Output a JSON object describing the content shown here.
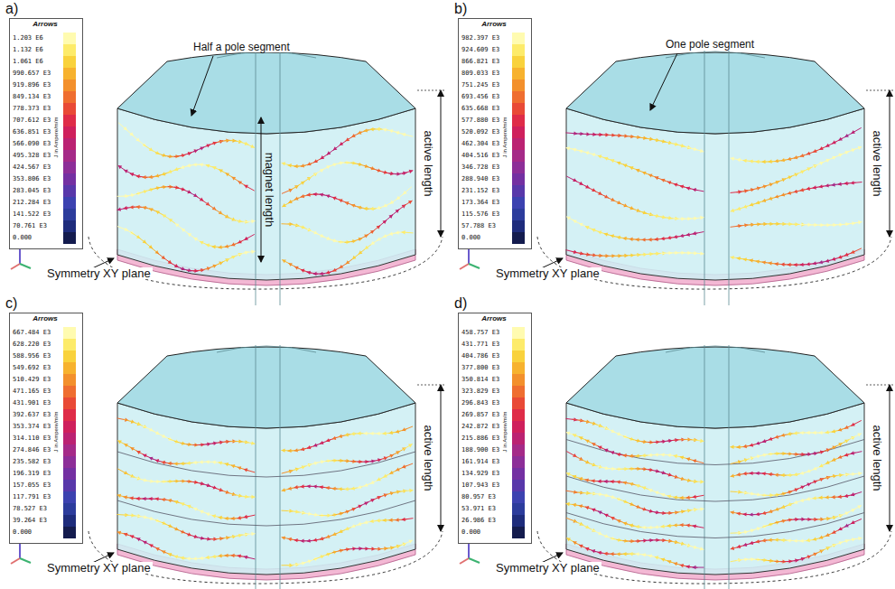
{
  "diagram": {
    "labels": [
      "a)",
      "Arrows",
      "J in Ampere/m/m",
      "Half a pole segment",
      "active length",
      "magnet length",
      "Symmetry XY plane",
      "b)",
      "Arrows",
      "J in Ampere/m/m",
      "One pole segment",
      "active length",
      "Symmetry XY plane",
      "c)",
      "Arrows",
      "J in Ampere/m/m",
      "active length",
      "Symmetry XY plane",
      "d)",
      "Arrows",
      "J in Ampere/m/m",
      "active length",
      "Symmetry XY plane"
    ],
    "legend": [
      {
        "text": "1.203 E6",
        "color": "#fffbb0"
      },
      {
        "text": "1.132 E6",
        "color": "#fdeb6a"
      },
      {
        "text": "1.061 E6",
        "color": "#f9d23c"
      },
      {
        "text": "990.657 E3",
        "color": "#f7b22e"
      },
      {
        "text": "919.896 E3",
        "color": "#f3902c"
      },
      {
        "text": "849.134 E3",
        "color": "#ef6e30"
      },
      {
        "text": "778.373 E3",
        "color": "#e94a36"
      },
      {
        "text": "707.612 E3",
        "color": "#df2c48"
      },
      {
        "text": "636.851 E3",
        "color": "#cf205c"
      },
      {
        "text": "566.090 E3",
        "color": "#bb2272"
      },
      {
        "text": "495.328 E3",
        "color": "#a52a88"
      },
      {
        "text": "424.567 E3",
        "color": "#8d2e98"
      },
      {
        "text": "353.806 E3",
        "color": "#7430a2"
      },
      {
        "text": "283.045 E3",
        "color": "#5838aa"
      },
      {
        "text": "212.284 E3",
        "color": "#3c42b0"
      },
      {
        "text": "141.522 E3",
        "color": "#2c3c9c"
      },
      {
        "text": "70.761 E3",
        "color": "#1e2c7c"
      },
      {
        "text": "0.000",
        "color": "#141c4e"
      },
      {
        "text": "982.397 E3",
        "color": "#fffbb0"
      },
      {
        "text": "924.609 E3",
        "color": "#fdeb6a"
      },
      {
        "text": "866.821 E3",
        "color": "#f9d23c"
      },
      {
        "text": "809.033 E3",
        "color": "#f7b22e"
      },
      {
        "text": "751.245 E3",
        "color": "#f3902c"
      },
      {
        "text": "693.456 E3",
        "color": "#ef6e30"
      },
      {
        "text": "635.668 E3",
        "color": "#e94a36"
      },
      {
        "text": "577.880 E3",
        "color": "#df2c48"
      },
      {
        "text": "520.092 E3",
        "color": "#cf205c"
      },
      {
        "text": "462.304 E3",
        "color": "#bb2272"
      },
      {
        "text": "404.516 E3",
        "color": "#a52a88"
      },
      {
        "text": "346.728 E3",
        "color": "#8d2e98"
      },
      {
        "text": "288.940 E3",
        "color": "#7430a2"
      },
      {
        "text": "231.152 E3",
        "color": "#5838aa"
      },
      {
        "text": "173.364 E3",
        "color": "#3c42b0"
      },
      {
        "text": "115.576 E3",
        "color": "#2c3c9c"
      },
      {
        "text": "57.788 E3",
        "color": "#1e2c7c"
      },
      {
        "text": "0.000",
        "color": "#141c4e"
      },
      {
        "text": "667.484 E3",
        "color": "#fffbb0"
      },
      {
        "text": "628.220 E3",
        "color": "#fdeb6a"
      },
      {
        "text": "588.956 E3",
        "color": "#f9d23c"
      },
      {
        "text": "549.692 E3",
        "color": "#f7b22e"
      },
      {
        "text": "510.429 E3",
        "color": "#f3902c"
      },
      {
        "text": "471.165 E3",
        "color": "#ef6e30"
      },
      {
        "text": "431.901 E3",
        "color": "#e94a36"
      },
      {
        "text": "392.637 E3",
        "color": "#df2c48"
      },
      {
        "text": "353.374 E3",
        "color": "#cf205c"
      },
      {
        "text": "314.110 E3",
        "color": "#bb2272"
      },
      {
        "text": "274.846 E3",
        "color": "#a52a88"
      },
      {
        "text": "235.582 E3",
        "color": "#8d2e98"
      },
      {
        "text": "196.319 E3",
        "color": "#7430a2"
      },
      {
        "text": "157.055 E3",
        "color": "#5838aa"
      },
      {
        "text": "117.791 E3",
        "color": "#3c42b0"
      },
      {
        "text": "78.527 E3",
        "color": "#2c3c9c"
      },
      {
        "text": "39.264 E3",
        "color": "#1e2c7c"
      },
      {
        "text": "0.000",
        "color": "#141c4e"
      },
      {
        "text": "458.757 E3",
        "color": "#fffbb0"
      },
      {
        "text": "431.771 E3",
        "color": "#fdeb6a"
      },
      {
        "text": "404.786 E3",
        "color": "#f9d23c"
      },
      {
        "text": "377.800 E3",
        "color": "#f7b22e"
      },
      {
        "text": "350.814 E3",
        "color": "#f3902c"
      },
      {
        "text": "323.829 E3",
        "color": "#ef6e30"
      },
      {
        "text": "296.843 E3",
        "color": "#e94a36"
      },
      {
        "text": "269.857 E3",
        "color": "#df2c48"
      },
      {
        "text": "242.872 E3",
        "color": "#cf205c"
      },
      {
        "text": "215.886 E3",
        "color": "#bb2272"
      },
      {
        "text": "188.900 E3",
        "color": "#a52a88"
      },
      {
        "text": "161.914 E3",
        "color": "#8d2e98"
      },
      {
        "text": "134.929 E3",
        "color": "#7430a2"
      },
      {
        "text": "107.943 E3",
        "color": "#5838aa"
      },
      {
        "text": "80.957 E3",
        "color": "#3c42b0"
      },
      {
        "text": "53.971 E3",
        "color": "#2c3c9c"
      },
      {
        "text": "26.986 E3",
        "color": "#1e2c7c"
      },
      {
        "text": "0.000",
        "color": "#141c4e"
      }
    ]
  }
}
